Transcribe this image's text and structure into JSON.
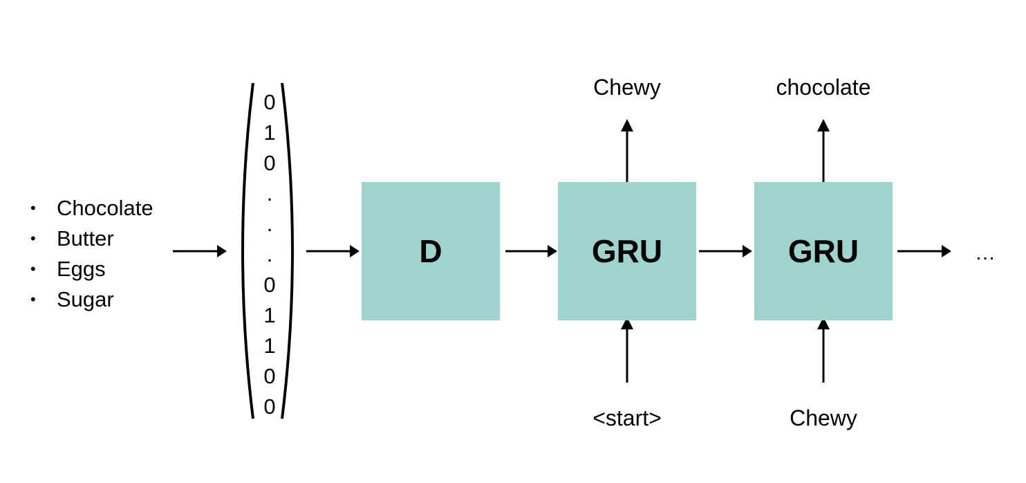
{
  "ingredients": [
    "Chocolate",
    "Butter",
    "Eggs",
    "Sugar"
  ],
  "bullet_char": "•",
  "vector": [
    "0",
    "1",
    "0",
    ".",
    ".",
    ".",
    "0",
    "1",
    "1",
    "0",
    "0"
  ],
  "blocks": {
    "dense_label": "D",
    "gru1_label": "GRU",
    "gru2_label": "GRU"
  },
  "outputs": [
    "Chewy",
    "chocolate"
  ],
  "inputs": [
    "<start>",
    "Chewy"
  ],
  "continuation": "…",
  "colors": {
    "block_fill": "#9fd3cd",
    "arrow": "#000000"
  }
}
